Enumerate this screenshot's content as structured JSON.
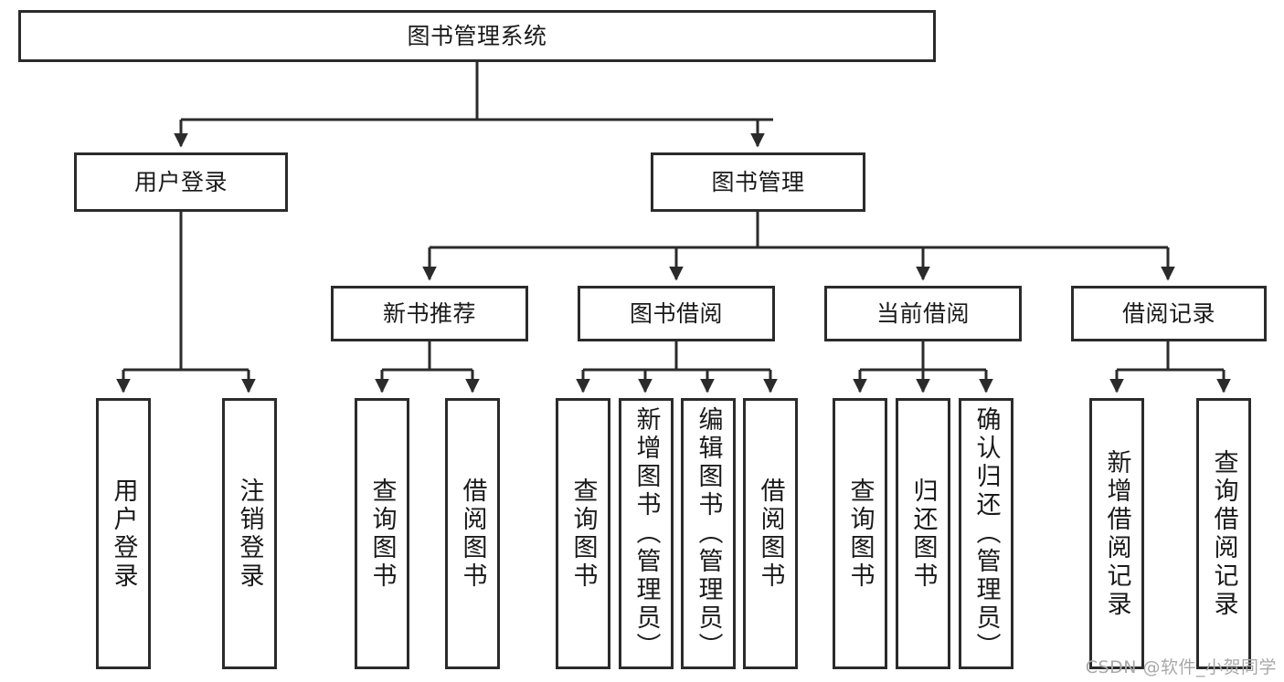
{
  "diagram": {
    "title": "图书管理系统",
    "type": "tree",
    "orientation": "top-down",
    "line_color": "#2b2b2b",
    "box_fill": "#ffffff",
    "text_color": "#1a1a1a",
    "watermark": "CSDN @软件_小贺同学"
  },
  "nodes": {
    "root": {
      "label": "图书管理系统"
    },
    "level2": [
      {
        "label": "用户登录"
      },
      {
        "label": "图书管理"
      }
    ],
    "level3": [
      {
        "label": "新书推荐"
      },
      {
        "label": "图书借阅"
      },
      {
        "label": "当前借阅"
      },
      {
        "label": "借阅记录"
      }
    ],
    "leaves": {
      "user_login": [
        {
          "label": "用户登录"
        },
        {
          "label": "注销登录"
        }
      ],
      "new_book_recommend": [
        {
          "label": "查询图书"
        },
        {
          "label": "借阅图书"
        }
      ],
      "book_borrow": [
        {
          "label": "查询图书"
        },
        {
          "label": "新增图书（管理员）"
        },
        {
          "label": "编辑图书（管理员）"
        },
        {
          "label": "借阅图书"
        }
      ],
      "current_borrow": [
        {
          "label": "查询图书"
        },
        {
          "label": "归还图书"
        },
        {
          "label": "确认归还（管理员）"
        }
      ],
      "borrow_record": [
        {
          "label": "新增借阅记录"
        },
        {
          "label": "查询借阅记录"
        }
      ]
    }
  }
}
